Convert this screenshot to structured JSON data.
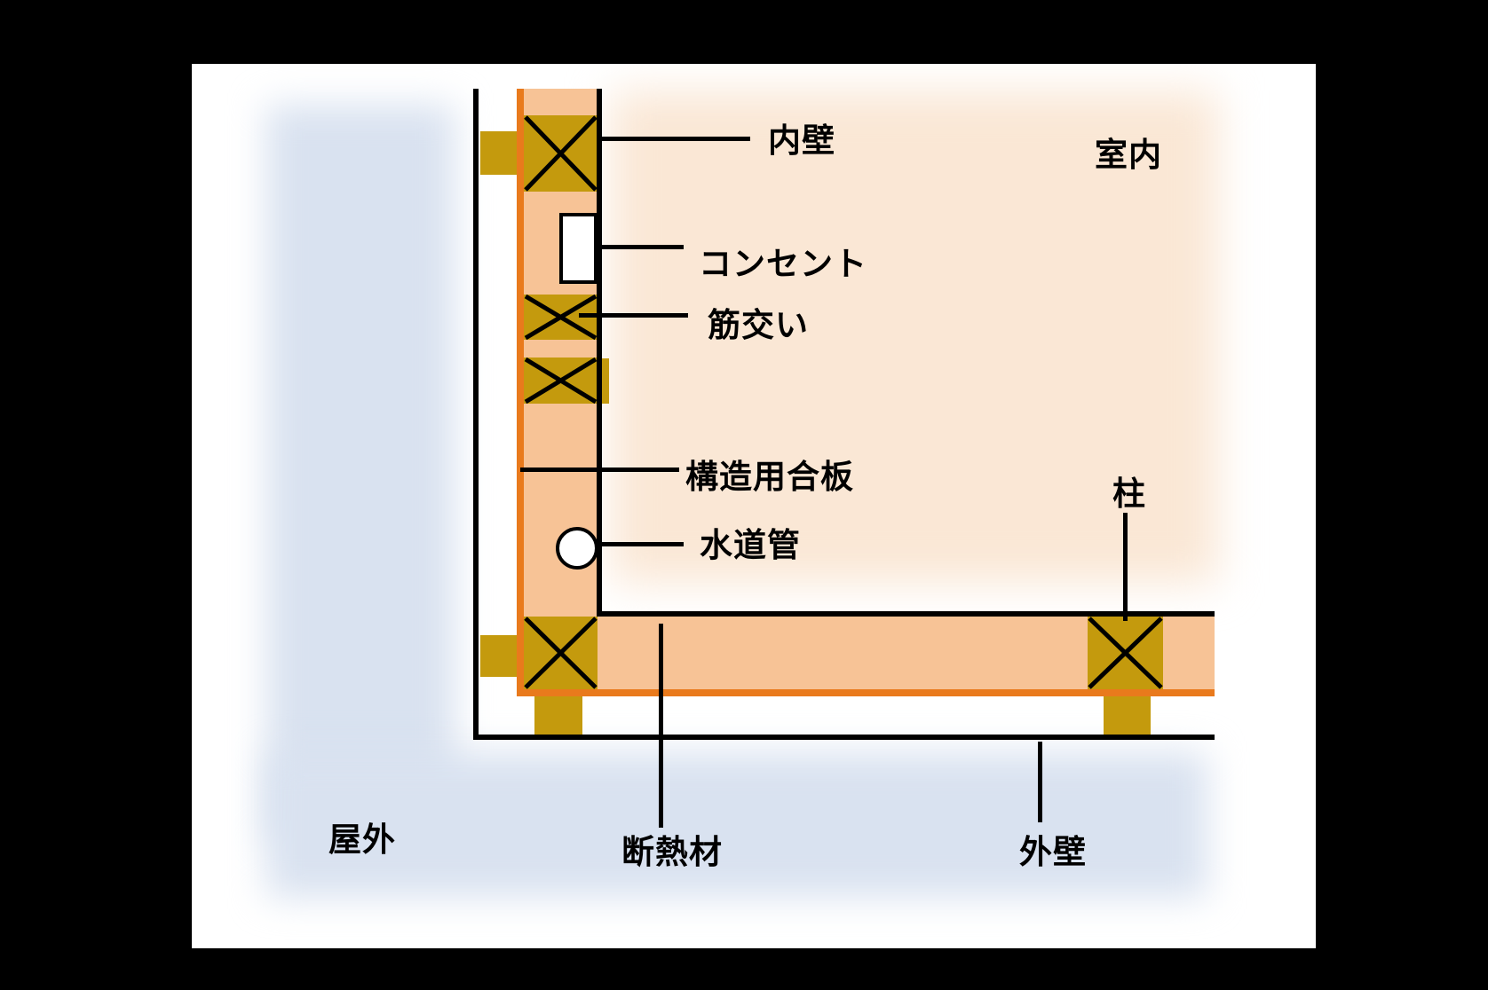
{
  "diagram": {
    "type": "wall-construction-cross-section",
    "labels": {
      "innerwall": {
        "text": "内壁"
      },
      "indoor": {
        "text": "室内"
      },
      "outlet": {
        "text": "コンセント"
      },
      "brace": {
        "text": "筋交い"
      },
      "plywood": {
        "text": "構造用合板"
      },
      "pipe": {
        "text": "水道管"
      },
      "pillar": {
        "text": "柱"
      },
      "outdoor": {
        "text": "屋外"
      },
      "insulation": {
        "text": "断熱材"
      },
      "outerwall": {
        "text": "外壁"
      }
    }
  },
  "colors": {
    "background": "#000000",
    "page": "#ffffff",
    "outdoor_blue": "#d9e2f0",
    "indoor_peach": "#fae7d5",
    "insulation": "#f7c396",
    "plywood_orange": "#e97a1c",
    "wood_post": "#c49a0d",
    "line_black": "#000000"
  }
}
